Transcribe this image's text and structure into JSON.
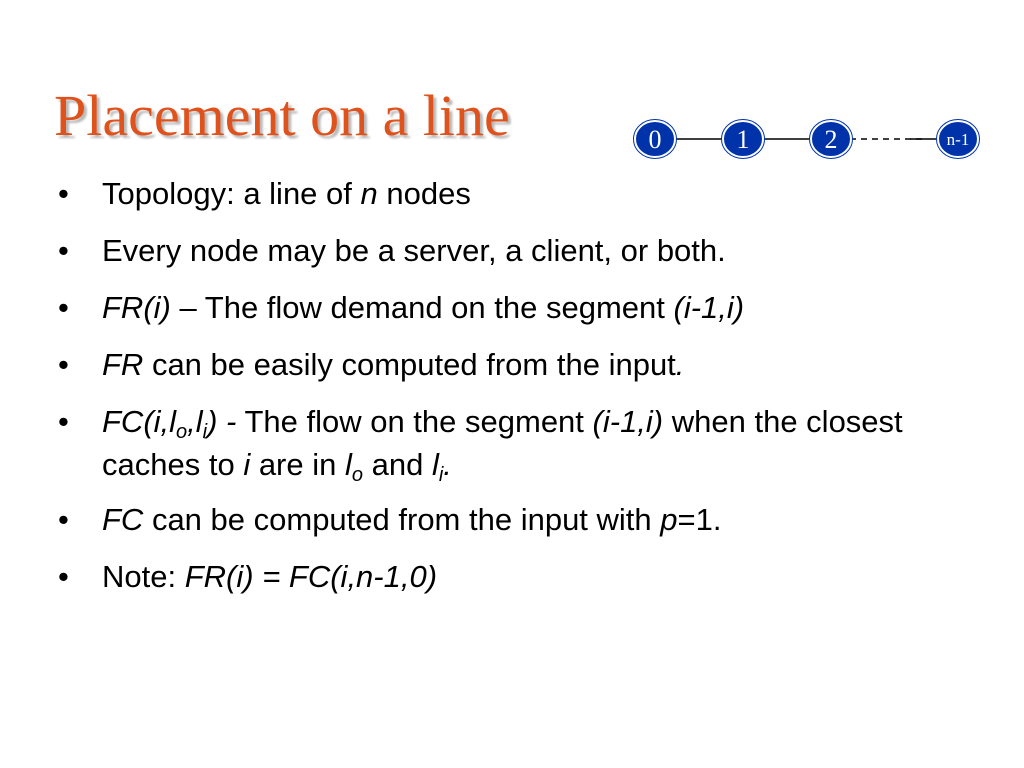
{
  "slide": {
    "title": "Placement on a line"
  },
  "diagram": {
    "nodes": [
      {
        "label": "0"
      },
      {
        "label": "1"
      },
      {
        "label": "2"
      },
      {
        "label": "n-1"
      }
    ],
    "node_fill": "#0033aa",
    "node_stroke": "#ffffff",
    "line_color": "#000000"
  },
  "bullets": {
    "b1": {
      "t1": "Topology: a line of ",
      "i1": "n",
      "t2": " nodes"
    },
    "b2": {
      "t1": "Every node may be a server, a client, or both."
    },
    "b3": {
      "i1": "FR(i)",
      "t1": " – The flow demand on the segment ",
      "i2": "(i-1,i)"
    },
    "b4": {
      "i1": "FR",
      "t1": " can be easily computed from the input",
      "i2": "."
    },
    "b5": {
      "i1": "FC(i,l",
      "s1": "o",
      "i2": ",l",
      "s2": "i",
      "i3": ") -",
      "t1": " The flow on the segment ",
      "i4": "(i-1,i)",
      "t2": " when the closest caches to ",
      "i5": "i",
      "t3": " are in ",
      "i6": "l",
      "s3": "o",
      "t4": " and ",
      "i7": "l",
      "s4": "i",
      "i8": "."
    },
    "b6": {
      "i1": "FC",
      "t1": " can be computed from the input with ",
      "i2": "p",
      "t2": "=1."
    },
    "b7": {
      "t1": "Note: ",
      "i1": "FR(i) = FC(i,n-1,0)"
    },
    "marker": "•"
  },
  "colors": {
    "title": "#e0521c",
    "text": "#000000",
    "background": "#ffffff"
  }
}
